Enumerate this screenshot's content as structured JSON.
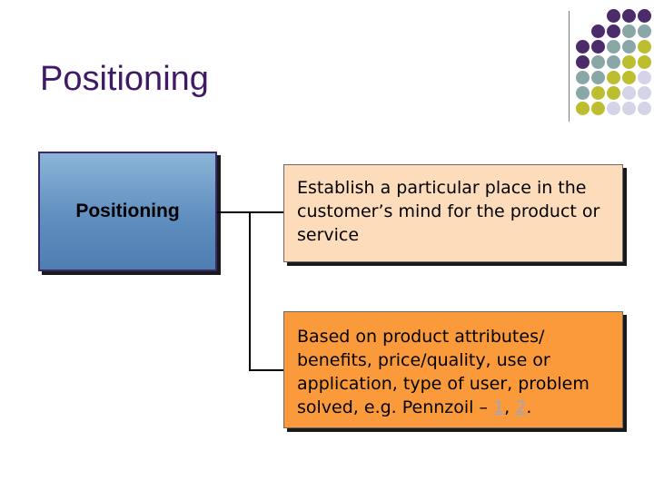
{
  "slide": {
    "title": "Positioning",
    "accent_colors": {
      "title": "#3f1a66",
      "dot_purple": "#4b2b69",
      "dot_teal": "#8aa7a8",
      "dot_olive": "#bcbd2f",
      "dot_lavender": "#d4d3e8",
      "left_box": "#5f8fc0",
      "box1_bg": "#fddcbc",
      "box2_bg": "#fa9a3a"
    }
  },
  "left_box": {
    "label": "Positioning"
  },
  "boxes": [
    {
      "text": "Establish a particular place in the customer’s mind for the product or service"
    },
    {
      "text_before": "Based on product attributes/ benefits, price/quality, use or application, type of user, problem solved, e.g. Pennzoil – ",
      "link1": "1",
      "separator": ", ",
      "link2": "2",
      "text_after": "."
    }
  ]
}
